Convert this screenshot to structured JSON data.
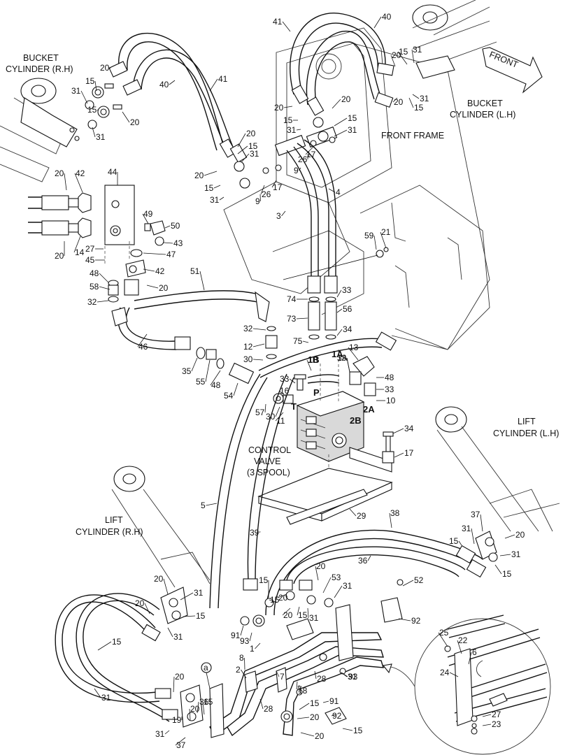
{
  "captions": {
    "bucket_cyl_rh_1": "BUCKET",
    "bucket_cyl_rh_2": "CYLINDER (R.H)",
    "bucket_cyl_lh_1": "BUCKET",
    "bucket_cyl_lh_2": "CYLINDER (L.H)",
    "front_frame": "FRONT FRAME",
    "front_arrow": "FRONT",
    "control_valve_1": "CONTROL",
    "control_valve_2": "VALVE",
    "control_valve_3": "(3 SPOOL)",
    "lift_cyl_lh_1": "LIFT",
    "lift_cyl_lh_2": "CYLINDER (L.H)",
    "lift_cyl_rh_1": "LIFT",
    "lift_cyl_rh_2": "CYLINDER (R.H)",
    "detail_marker": "a"
  },
  "ports": [
    "1B",
    "1A",
    "P",
    "T",
    "2A",
    "2B"
  ],
  "part_labels": [
    "20",
    "40",
    "41",
    "40",
    "41",
    "20",
    "15",
    "31",
    "15",
    "31",
    "20",
    "15",
    "31",
    "15",
    "31",
    "20",
    "20",
    "15",
    "31",
    "20",
    "15",
    "31",
    "20",
    "15",
    "31",
    "17",
    "26",
    "9",
    "20",
    "15",
    "31",
    "26",
    "17",
    "9",
    "4",
    "3",
    "20",
    "42",
    "44",
    "14",
    "20",
    "49",
    "50",
    "27",
    "45",
    "43",
    "47",
    "42",
    "48",
    "58",
    "20",
    "32",
    "51",
    "46",
    "59",
    "21",
    "74",
    "33",
    "73",
    "56",
    "34",
    "75",
    "32",
    "12",
    "30",
    "35",
    "55",
    "48",
    "54",
    "13",
    "1B",
    "33",
    "1A",
    "33",
    "16",
    "57",
    "30",
    "11",
    "48",
    "33",
    "10",
    "34",
    "17",
    "29",
    "5",
    "39",
    "38",
    "36",
    "37",
    "31",
    "15",
    "20",
    "31",
    "15",
    "20",
    "31",
    "20",
    "15",
    "31",
    "20",
    "15",
    "53",
    "20",
    "15",
    "31",
    "20",
    "15",
    "31",
    "52",
    "92",
    "91",
    "93",
    "1",
    "8",
    "2",
    "7",
    "28",
    "18",
    "28",
    "7",
    "31",
    "93",
    "15",
    "91",
    "20",
    "92",
    "20",
    "15",
    "31",
    "37",
    "36",
    "15",
    "31",
    "20",
    "15",
    "20",
    "19",
    "25",
    "22",
    "6",
    "24",
    "27",
    "23"
  ]
}
